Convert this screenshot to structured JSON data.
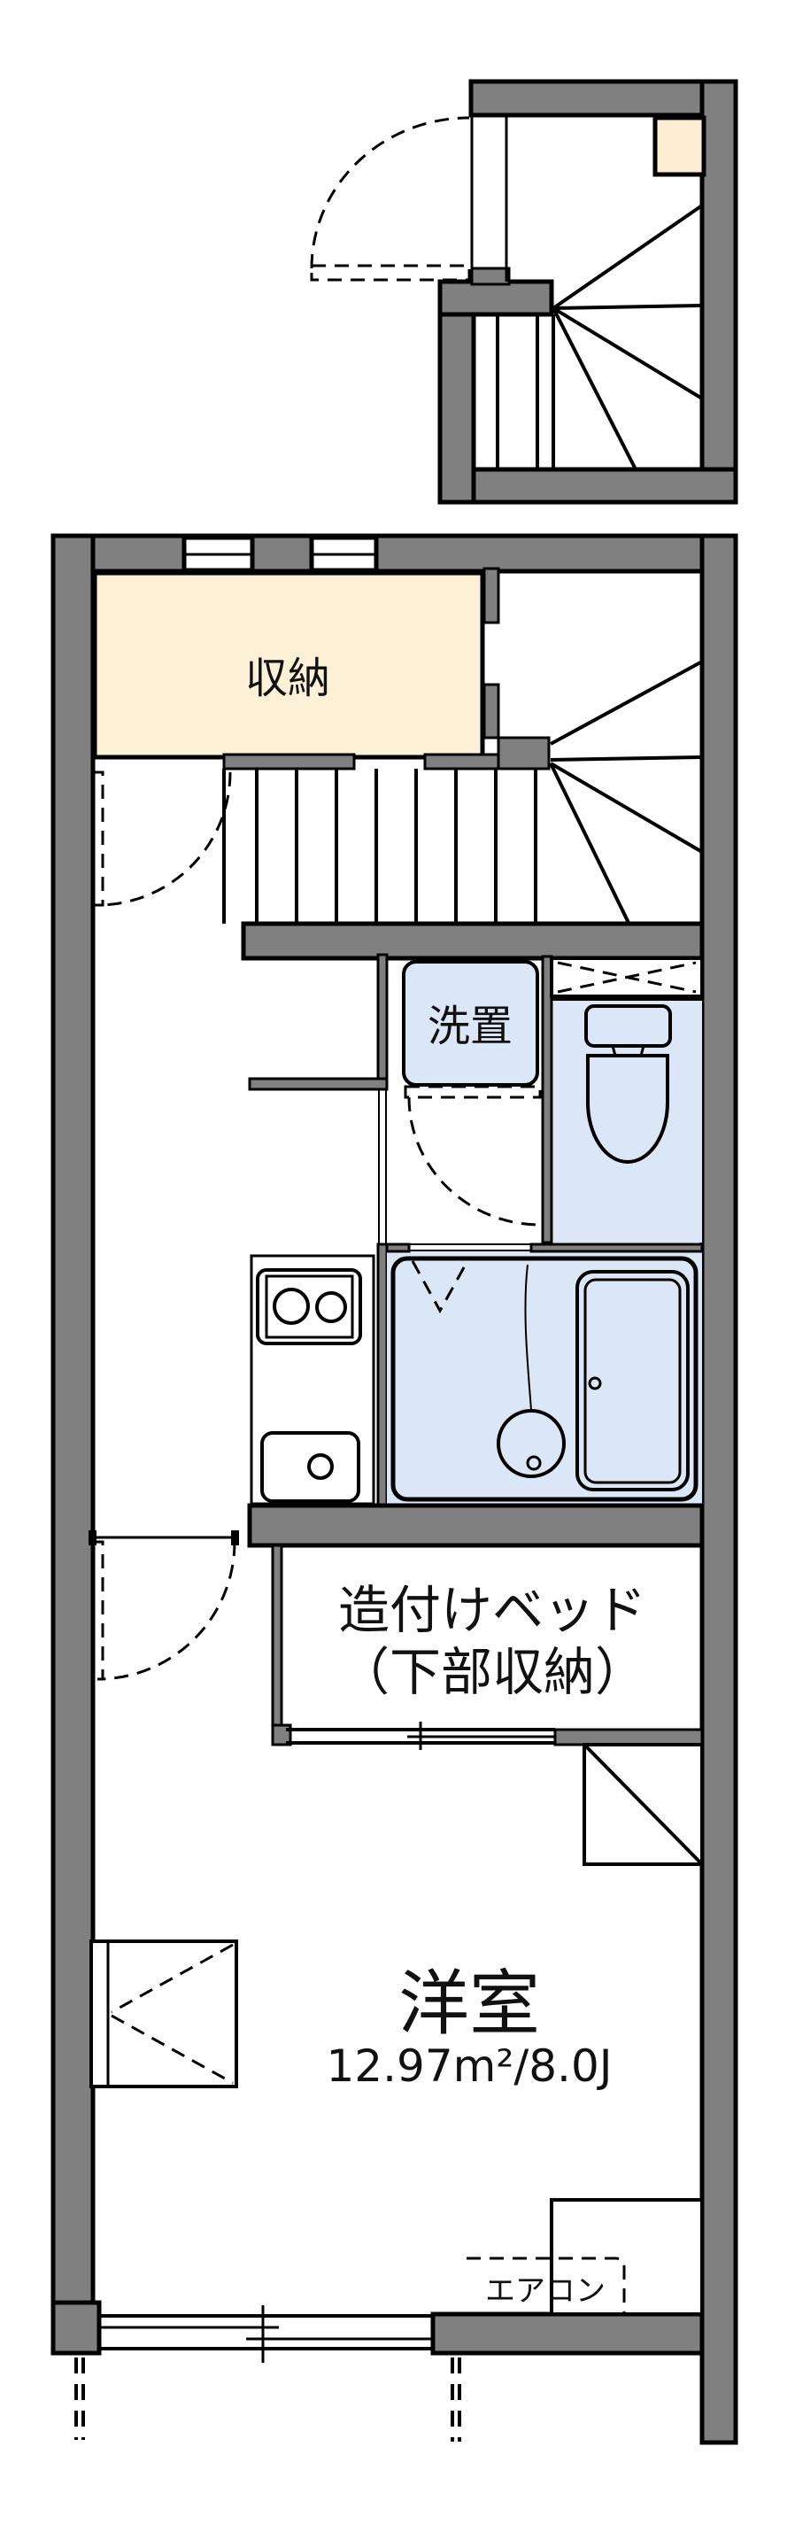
{
  "floorplan": {
    "labels": {
      "storage": "収納",
      "washer_place": "洗置",
      "built_in_bed_line1": "造付けベッド",
      "built_in_bed_line2": "（下部収納）",
      "western_room": "洋室",
      "western_room_area": "12.97m²/8.0J",
      "aircon": "エアコン"
    },
    "colors": {
      "wall": "#808080",
      "outline": "#000000",
      "storage": "#fcf0d6",
      "shoebox": "#fdeed3",
      "wet": "#dbe6f7",
      "bg": "#ffffff"
    }
  }
}
